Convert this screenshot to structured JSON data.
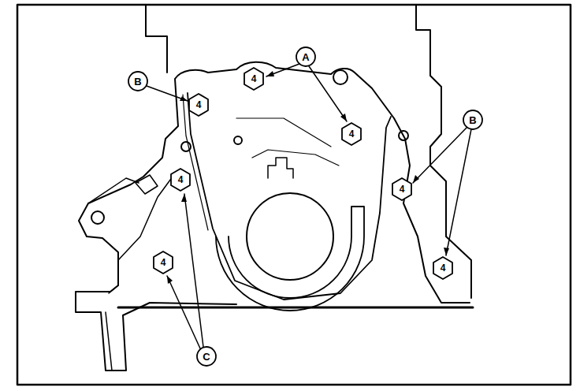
{
  "diagram": {
    "labels": [
      "A",
      "B",
      "4",
      "4",
      "4",
      "B",
      "4",
      "4",
      "4",
      "4",
      "C"
    ]
  }
}
